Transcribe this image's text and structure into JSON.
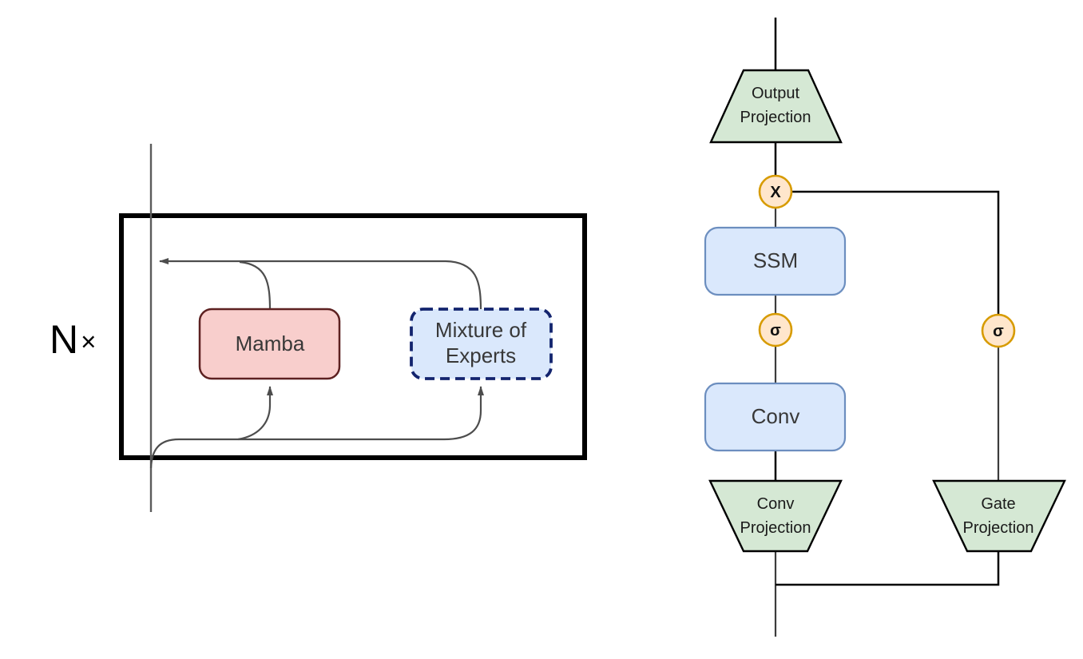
{
  "left_panel": {
    "repeat_n": "N",
    "repeat_times": "×",
    "mamba": {
      "label": "Mamba"
    },
    "moe": {
      "line1": "Mixture of",
      "line2": "Experts"
    }
  },
  "right_panel": {
    "output_projection": {
      "line1": "Output",
      "line2": "Projection"
    },
    "multiply": {
      "symbol": "X"
    },
    "ssm": {
      "label": "SSM"
    },
    "sigma": {
      "symbol": "σ"
    },
    "conv": {
      "label": "Conv"
    },
    "conv_projection": {
      "line1": "Conv",
      "line2": "Projection"
    },
    "gate_sigma": {
      "symbol": "σ"
    },
    "gate_projection": {
      "line1": "Gate",
      "line2": "Projection"
    }
  },
  "colors": {
    "mamba_fill": "#f8cecc",
    "mamba_stroke": "#5d2121",
    "moe_fill": "#dae8fc",
    "moe_stroke": "#13246e",
    "blue_fill": "#dae8fc",
    "blue_stroke": "#6c8ebf",
    "green_fill": "#d5e8d4",
    "op_fill": "#ffe6cc",
    "op_stroke": "#d79b00",
    "wire_gray": "#4d4d4d",
    "wire_black": "#000000"
  }
}
